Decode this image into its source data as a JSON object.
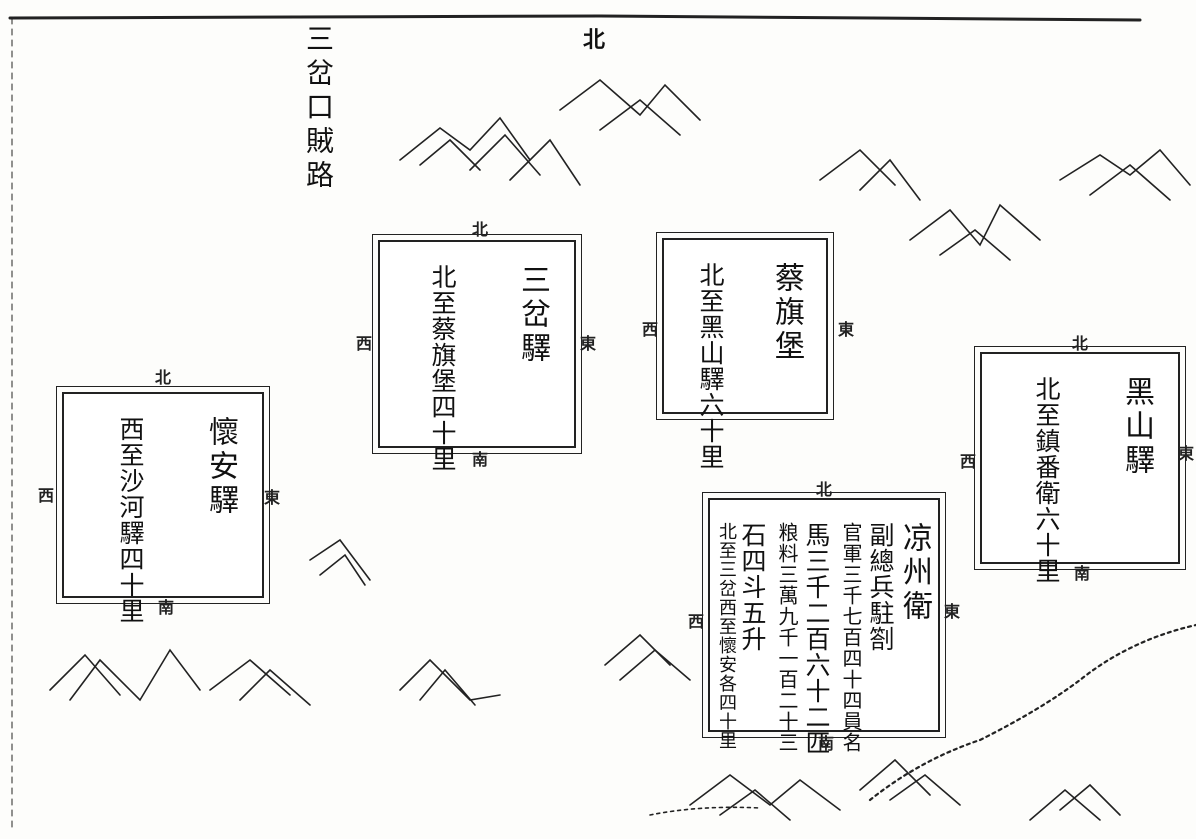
{
  "top_mark": "北",
  "route_note": "三岔口賊路",
  "stations": [
    {
      "name": "懷安驛",
      "note": "西至沙河驛四十里",
      "dirs": {
        "n": "北",
        "s": "南",
        "w": "西",
        "e": "東"
      }
    },
    {
      "name": "三岔驛",
      "note": "北至蔡旗堡四十里",
      "dirs": {
        "n": "北",
        "s": "南",
        "w": "西",
        "e": "東"
      }
    },
    {
      "name": "蔡旗堡",
      "note": "北至黑山驛六十里",
      "dirs": {
        "w": "西",
        "e": "東"
      }
    },
    {
      "name": "黑山驛",
      "note": "北至鎮番衛六十里",
      "dirs": {
        "n": "北",
        "s": "南",
        "w": "西",
        "e": "東"
      }
    }
  ],
  "garrison": {
    "name": "凉州衛",
    "lines": [
      "副總兵駐劄",
      "官軍三千七百四十四員名",
      "馬三千二百六十二匹",
      "粮料三萬九千一百二十三",
      "石四斗五升",
      "北至三岔西至懷安各四十里"
    ],
    "dirs": {
      "n": "北",
      "s": "南",
      "w": "西",
      "e": "東"
    }
  }
}
